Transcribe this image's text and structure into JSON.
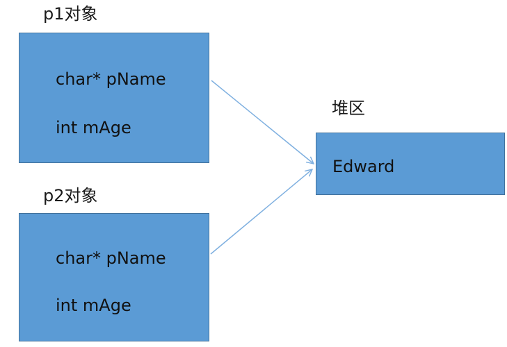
{
  "object_p1": {
    "title": "p1对象",
    "fields": [
      "char* pName",
      "int mAge"
    ]
  },
  "object_p2": {
    "title": "p2对象",
    "fields": [
      "char* pName",
      "int mAge"
    ]
  },
  "heap": {
    "title": "堆区",
    "value": "Edward"
  },
  "colors": {
    "box_fill": "#5b9bd5",
    "box_border": "#41719c",
    "arrow": "#7fb0e0"
  }
}
